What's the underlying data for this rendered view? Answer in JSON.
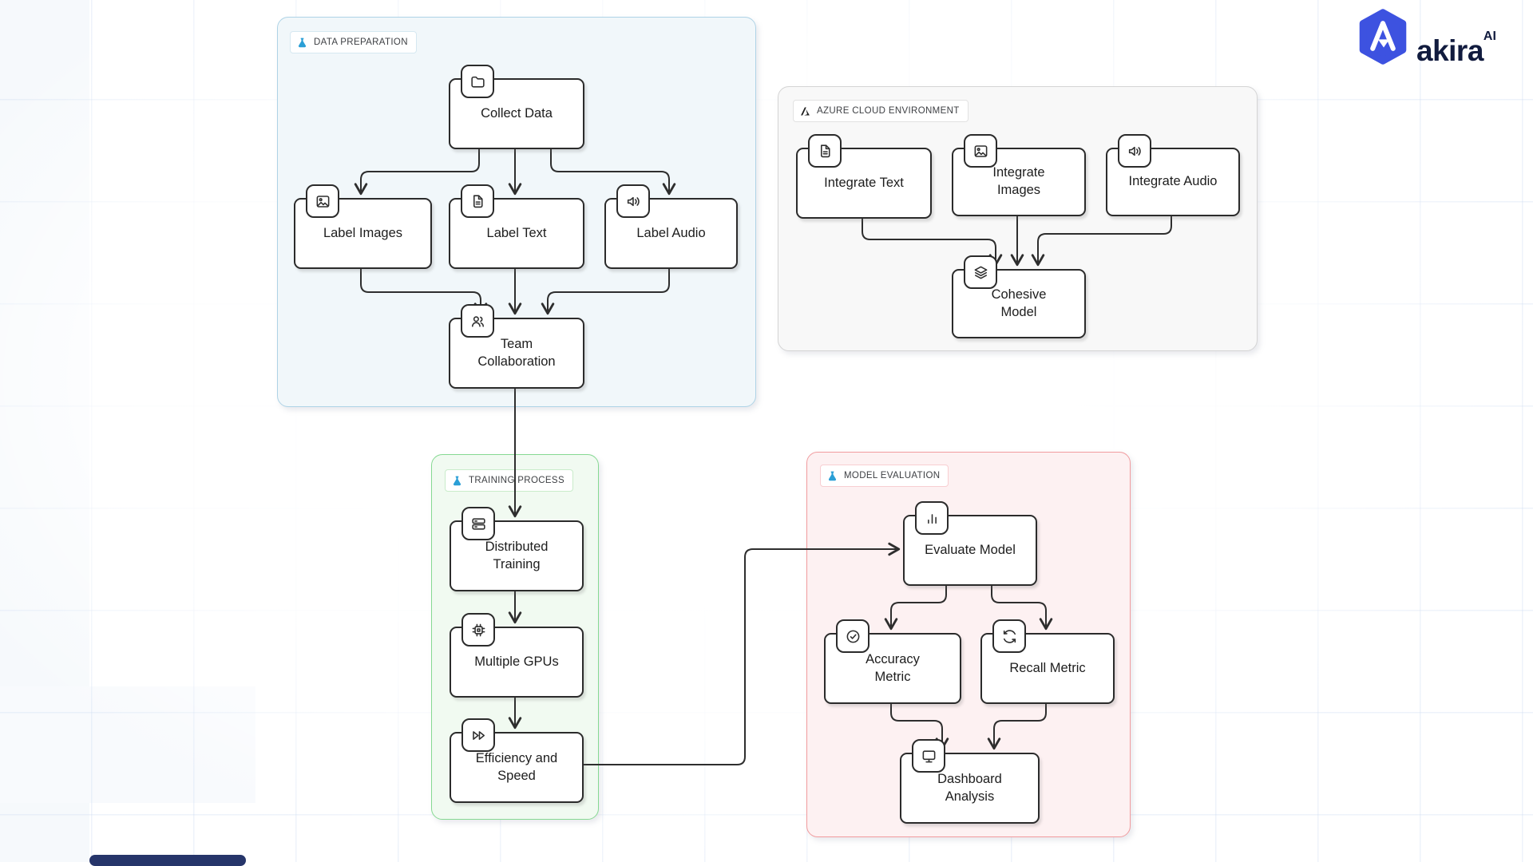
{
  "logo": {
    "brand": "akira",
    "suffix": "AI"
  },
  "groups": {
    "data_preparation": {
      "label": "DATA PREPARATION",
      "icon": "flask-icon"
    },
    "azure_cloud": {
      "label": "AZURE CLOUD ENVIRONMENT",
      "icon": "azure-icon"
    },
    "training_process": {
      "label": "TRAINING PROCESS",
      "icon": "flask-icon"
    },
    "model_evaluation": {
      "label": "MODEL EVALUATION",
      "icon": "flask-icon"
    }
  },
  "nodes": {
    "collect_data": {
      "label": "Collect Data",
      "icon": "folder-icon"
    },
    "label_images": {
      "label": "Label Images",
      "icon": "image-icon"
    },
    "label_text": {
      "label": "Label Text",
      "icon": "file-text-icon"
    },
    "label_audio": {
      "label": "Label Audio",
      "icon": "audio-icon"
    },
    "team_collaboration": {
      "label": "Team Collaboration",
      "icon": "users-icon"
    },
    "integrate_text": {
      "label": "Integrate Text",
      "icon": "file-text-icon"
    },
    "integrate_images": {
      "label": "Integrate Images",
      "icon": "image-icon"
    },
    "integrate_audio": {
      "label": "Integrate Audio",
      "icon": "audio-icon"
    },
    "cohesive_model": {
      "label": "Cohesive Model",
      "icon": "layers-icon"
    },
    "distributed_training": {
      "label": "Distributed Training",
      "icon": "server-icon"
    },
    "multiple_gpus": {
      "label": "Multiple GPUs",
      "icon": "cpu-icon"
    },
    "efficiency_speed": {
      "label": "Efficiency and Speed",
      "icon": "fast-forward-icon"
    },
    "evaluate_model": {
      "label": "Evaluate Model",
      "icon": "bar-chart-icon"
    },
    "accuracy_metric": {
      "label": "Accuracy Metric",
      "icon": "check-circle-icon"
    },
    "recall_metric": {
      "label": "Recall Metric",
      "icon": "refresh-icon"
    },
    "dashboard_analysis": {
      "label": "Dashboard Analysis",
      "icon": "monitor-icon"
    }
  },
  "edges": [
    {
      "from": "collect_data",
      "to": "label_images"
    },
    {
      "from": "collect_data",
      "to": "label_text"
    },
    {
      "from": "collect_data",
      "to": "label_audio"
    },
    {
      "from": "label_images",
      "to": "team_collaboration"
    },
    {
      "from": "label_text",
      "to": "team_collaboration"
    },
    {
      "from": "label_audio",
      "to": "team_collaboration"
    },
    {
      "from": "team_collaboration",
      "to": "distributed_training"
    },
    {
      "from": "integrate_text",
      "to": "cohesive_model"
    },
    {
      "from": "integrate_images",
      "to": "cohesive_model"
    },
    {
      "from": "integrate_audio",
      "to": "cohesive_model"
    },
    {
      "from": "distributed_training",
      "to": "multiple_gpus"
    },
    {
      "from": "multiple_gpus",
      "to": "efficiency_speed"
    },
    {
      "from": "efficiency_speed",
      "to": "evaluate_model"
    },
    {
      "from": "evaluate_model",
      "to": "accuracy_metric"
    },
    {
      "from": "evaluate_model",
      "to": "recall_metric"
    },
    {
      "from": "accuracy_metric",
      "to": "dashboard_analysis"
    },
    {
      "from": "recall_metric",
      "to": "dashboard_analysis"
    }
  ],
  "colors": {
    "data_preparation_border": "#aed3e6",
    "azure_border": "#d4d4d4",
    "training_border": "#86d992",
    "evaluation_border": "#f19b9e",
    "node_border": "#2b2b2b",
    "edge": "#2e2e2e",
    "flask_blue": "#2b9fd6",
    "logo_blue": "#3d52e0",
    "logo_navy": "#111b3e"
  }
}
